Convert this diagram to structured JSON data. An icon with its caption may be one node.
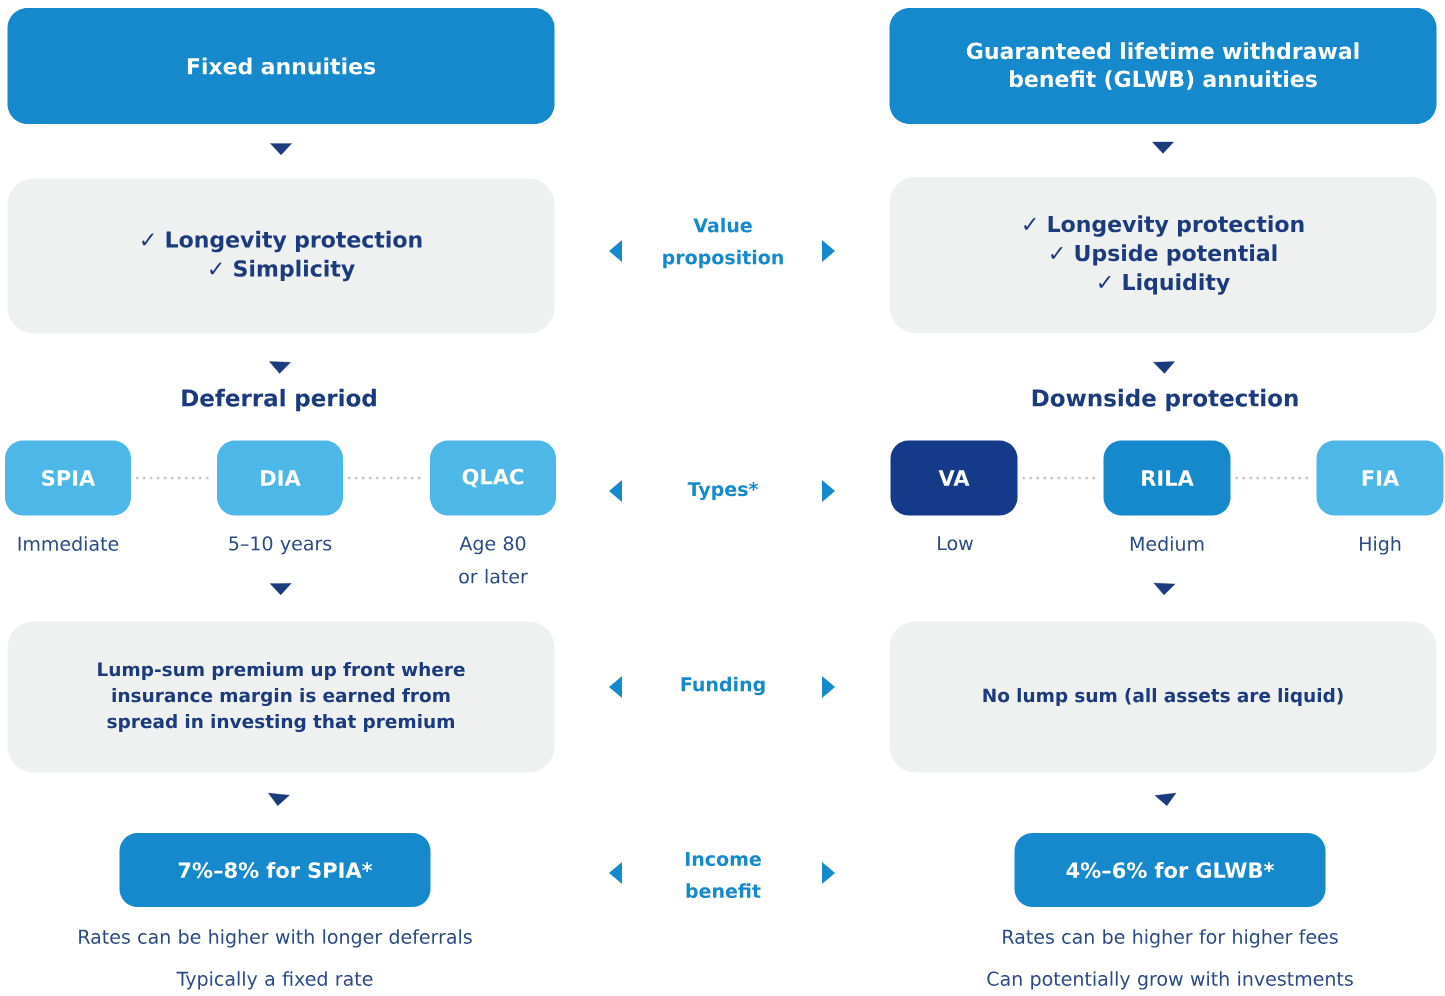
{
  "diagram": {
    "nodes": [
      {
        "text": [
          "Fixed annuities"
        ]
      },
      {
        "text": [
          "Guaranteed lifetime withdrawal benefit (GLWB) annuities"
        ]
      },
      {
        "text": [
          "✓ Longevity protection",
          "✓ Simplicity"
        ]
      },
      {
        "text": [
          "✓ Longevity protection",
          "✓ Upside potential",
          "✓ Liquidity"
        ]
      },
      {
        "text": [
          "Deferral period"
        ]
      },
      {
        "text": [
          "Downside protection"
        ]
      },
      {
        "text": [
          "SPIA"
        ],
        "beside": [
          "Immediate"
        ]
      },
      {
        "text": [
          "DIA"
        ],
        "beside": [
          "5–10 years"
        ]
      },
      {
        "text": [
          "QLAC"
        ],
        "beside": [
          "Age 80 or later"
        ]
      },
      {
        "text": [
          "VA"
        ],
        "beside": [
          "Low"
        ]
      },
      {
        "text": [
          "RILA"
        ],
        "beside": [
          "Medium"
        ]
      },
      {
        "text": [
          "FIA"
        ],
        "beside": [
          "High"
        ]
      },
      {
        "text": [
          "Lump-sum premium up front where insurance margin is earned from spread in investing that premium"
        ]
      },
      {
        "text": [
          "No lump sum (all assets are liquid)"
        ]
      },
      {
        "text": [
          "7%–8% for SPIA*"
        ],
        "beside": [
          "Rates can be higher with longer deferrals",
          "Typically a fixed rate"
        ]
      },
      {
        "text": [
          "4%–6% for GLWB*"
        ],
        "beside": [
          "Rates can be higher for higher fees",
          "Can potentially grow with investments"
        ]
      }
    ],
    "edges": [
      {
        "from": 0,
        "to": 2,
        "arrow": "to"
      },
      {
        "from": 1,
        "to": 3,
        "arrow": "to"
      },
      {
        "from": 2,
        "to": 4,
        "arrow": "to"
      },
      {
        "from": 3,
        "to": 5,
        "arrow": "to"
      },
      {
        "from": 6,
        "to": 7,
        "arrow": "none",
        "style": "dashed",
        "color": "#c8cacc"
      },
      {
        "from": 7,
        "to": 8,
        "arrow": "none",
        "style": "dashed",
        "color": "#c8cacc"
      },
      {
        "from": 9,
        "to": 10,
        "arrow": "none",
        "style": "dashed",
        "color": "#c8cacc"
      },
      {
        "from": 10,
        "to": 11,
        "arrow": "none",
        "style": "dashed",
        "color": "#c8cacc"
      },
      {
        "from": 7,
        "to": 12,
        "arrow": "to"
      },
      {
        "from": 10,
        "to": 13,
        "arrow": "to"
      },
      {
        "from": 12,
        "to": 14,
        "arrow": "to"
      },
      {
        "from": 13,
        "to": 15,
        "arrow": "to"
      }
    ],
    "labels": [
      "Value proposition",
      "Types*",
      "Funding",
      "Income benefit"
    ]
  }
}
